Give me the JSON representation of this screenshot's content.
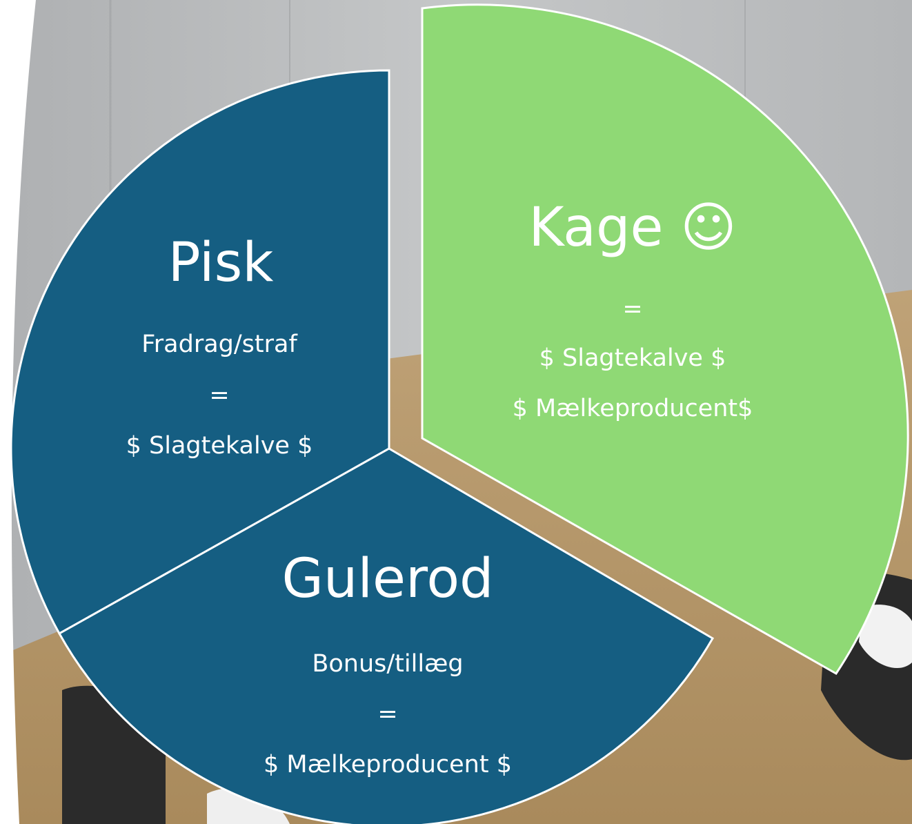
{
  "segments": [
    {
      "key": "pisk",
      "title": "Pisk",
      "lines": [
        "Fradrag/straf",
        "=",
        "$ Slagtekalve $"
      ],
      "color": "#155e82"
    },
    {
      "key": "kage",
      "title": "Kage ☺",
      "lines": [
        "=",
        "$ Slagtekalve $",
        "$ Mælkeproducent$"
      ],
      "color": "#8fd975"
    },
    {
      "key": "gulerod",
      "title": "Gulerod",
      "lines": [
        "Bonus/tillæg",
        "=",
        "$ Mælkeproducent $"
      ],
      "color": "#155e82"
    }
  ]
}
